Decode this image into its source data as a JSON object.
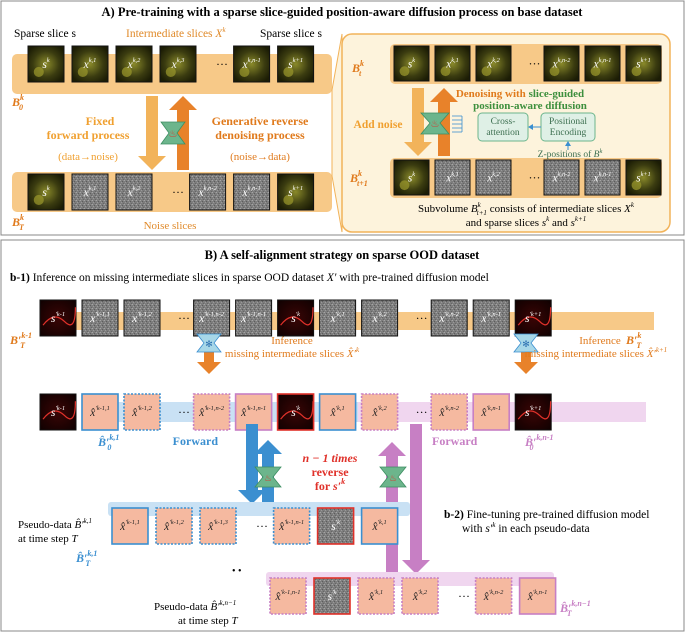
{
  "colors": {
    "orange": "#f2b35a",
    "orange_dark": "#e07a1c",
    "orange_light": "#fbe2bc",
    "panel_bg": "#fdf3dc",
    "blue": "#3b8fd0",
    "blue_light": "#c9e1f4",
    "purple": "#c77fc4",
    "purple_light": "#f0d6ef",
    "green": "#6cb58c",
    "green_light": "#dff0e6",
    "red": "#e0312a",
    "peach": "#f5b9a0",
    "noise": "#7d7d7d"
  },
  "section_a": {
    "title": "A) Pre-training with a sparse slice-guided position-aware diffusion process on base dataset",
    "label_sparse_left": "Sparse slice s",
    "label_intermediate": "Intermediate slices",
    "label_intermediate_sym": "X",
    "label_sparse_right": "Sparse slice s",
    "b0": "B",
    "b0_sup": "k",
    "b0_sub": "0",
    "bT": "B",
    "bT_sup": "k",
    "bT_sub": "T",
    "fixed_title_1": "Fixed",
    "fixed_title_2": "forward process",
    "fixed_sub": "(data→noise)",
    "gen_title_1": "Generative reverse",
    "gen_title_2": "denoising process",
    "gen_sub": "(noise→data)",
    "noise_slices": "Noise slices",
    "top_row": [
      "s",
      "x",
      "x",
      "x",
      "···",
      "x",
      "s"
    ],
    "top_row_sup": [
      "k",
      "k,1",
      "k,2",
      "k,3",
      "",
      "k,n-1",
      "k+1"
    ],
    "bottom_row": [
      "s",
      "x",
      "x",
      "···",
      "x",
      "x",
      "s"
    ],
    "bottom_row_sup": [
      "k",
      "k,1",
      "k,2",
      "",
      "k,n-2",
      "k,n-1",
      "k+1"
    ]
  },
  "panel": {
    "bt": "B",
    "bt_sup": "k",
    "bt_sub": "t",
    "bt1": "B",
    "bt1_sup": "k",
    "bt1_sub": "t+1",
    "add_noise": "Add noise",
    "denoise_1": "Denoising with",
    "denoise_2": "slice-guided",
    "denoise_3": "position-aware diffusion",
    "cross_1": "Cross-",
    "cross_2": "attention",
    "pos_1": "Positional",
    "pos_2": "Encoding",
    "zpos": "Z-positions of",
    "zpos_sym": "B",
    "caption_1": "Subvolume",
    "caption_1b": "consists of intermediate slices",
    "caption_2": "and sparse slices",
    "caption_and": "and",
    "top_row": [
      "s",
      "x",
      "x",
      "···",
      "x",
      "x",
      "s"
    ],
    "top_row_sup": [
      "k",
      "k,1",
      "k,2",
      "",
      "k,n-2",
      "k,n-1",
      "k+1"
    ],
    "bottom_row": [
      "s",
      "x",
      "x",
      "···",
      "x",
      "x",
      "s"
    ],
    "bottom_row_sup": [
      "k",
      "k,1",
      "k,2",
      "",
      "k,n-2",
      "k,n-1",
      "k+1"
    ]
  },
  "section_b": {
    "title": "B) A self-alignment strategy on sparse OOD dataset",
    "b1_prefix": "b-1)",
    "b1_text": "Inference on missing intermediate slices in sparse OOD dataset",
    "b1_sym": "X′",
    "b1_suffix": "with pre-trained diffusion model",
    "row1": [
      "s",
      "x",
      "x",
      "···",
      "x",
      "x",
      "s",
      "x",
      "x",
      "···",
      "x",
      "x",
      "s"
    ],
    "row1_sup": [
      "′k-1",
      "′k-1,1",
      "′k-1,2",
      "",
      "′k-1,n-2",
      "′k-1,n-1",
      "′k",
      "′k,1",
      "′k,2",
      "",
      "′k,n-2",
      "′k,n-1",
      "′k+1"
    ],
    "bT_left": "B′",
    "bT_left_sup": "k-1",
    "bT_left_sub": "T",
    "bT_right": "B′",
    "bT_right_sup": "k",
    "bT_right_sub": "T",
    "inference_1": "Inference",
    "inference_2": "missing intermediate slices",
    "inference_sym_left": "X̂′",
    "inference_sym_left_sup": "k",
    "inference_sym_right": "X̂′",
    "inference_sym_right_sup": "k+1",
    "row2": [
      "s",
      "x̂",
      "x̂",
      "···",
      "x̂",
      "x̂",
      "s",
      "x̂",
      "x̂",
      "···",
      "x̂",
      "x̂",
      "s"
    ],
    "row2_sup": [
      "′k-1",
      "′k-1,1",
      "′k-1,2",
      "",
      "′k-1,n-2",
      "′k-1,n-1",
      "′k",
      "′k,1",
      "′k,2",
      "",
      "′k,n-2",
      "′k,n-1",
      "′k+1"
    ],
    "b0_left": "B̂′",
    "b0_left_sup": "k,1",
    "b0_left_sub": "0",
    "b0_right": "B̂′",
    "b0_right_sup": "k,n-1",
    "b0_right_sub": "0",
    "forward_left": "Forward",
    "forward_right": "Forward",
    "reverse_1": "n − 1 times",
    "reverse_2": "reverse",
    "reverse_3": "for",
    "reverse_sym": "s′",
    "reverse_sym_sup": "k",
    "b2_prefix": "b-2)",
    "b2_text_1": "Fine-tuning pre-trained diffusion model",
    "b2_text_2": "with",
    "b2_sym": "s′",
    "b2_sym_sup": "k",
    "b2_text_3": "in each pseudo-data",
    "pseudo1_a": "Pseudo-data",
    "pseudo1_sym": "B̂′",
    "pseudo1_sup": "k,1",
    "pseudo1_b": "at time step",
    "pseudo1_T": "T",
    "pseudo1_label": "B̂′",
    "pseudo1_label_sup": "k,1",
    "pseudo1_label_sub": "T",
    "pseudo2_a": "Pseudo-data",
    "pseudo2_sym": "B̂′",
    "pseudo2_sup": "k,n−1",
    "pseudo2_b": "at time step",
    "pseudo2_T": "T",
    "pseudo2_label": "B̂′",
    "pseudo2_label_sup": "k,n−1",
    "pseudo2_label_sub": "T",
    "row3": [
      "x̂",
      "x̂",
      "x̂",
      "···",
      "x̂",
      "s",
      "x̂"
    ],
    "row3_sup": [
      "′k-1,1",
      "′k-1,2",
      "′k-1,3",
      "",
      "′k-1,n-1",
      "′k",
      "′k,1"
    ],
    "row4": [
      "x̂",
      "s",
      "x̂",
      "x̂",
      "···",
      "x̂",
      "x̂"
    ],
    "row4_sup": [
      "′k-1,n-1",
      "′k",
      "′k,1",
      "′k,2",
      "",
      "′k,n-2",
      "′k,n-1"
    ],
    "dots": "• •"
  }
}
